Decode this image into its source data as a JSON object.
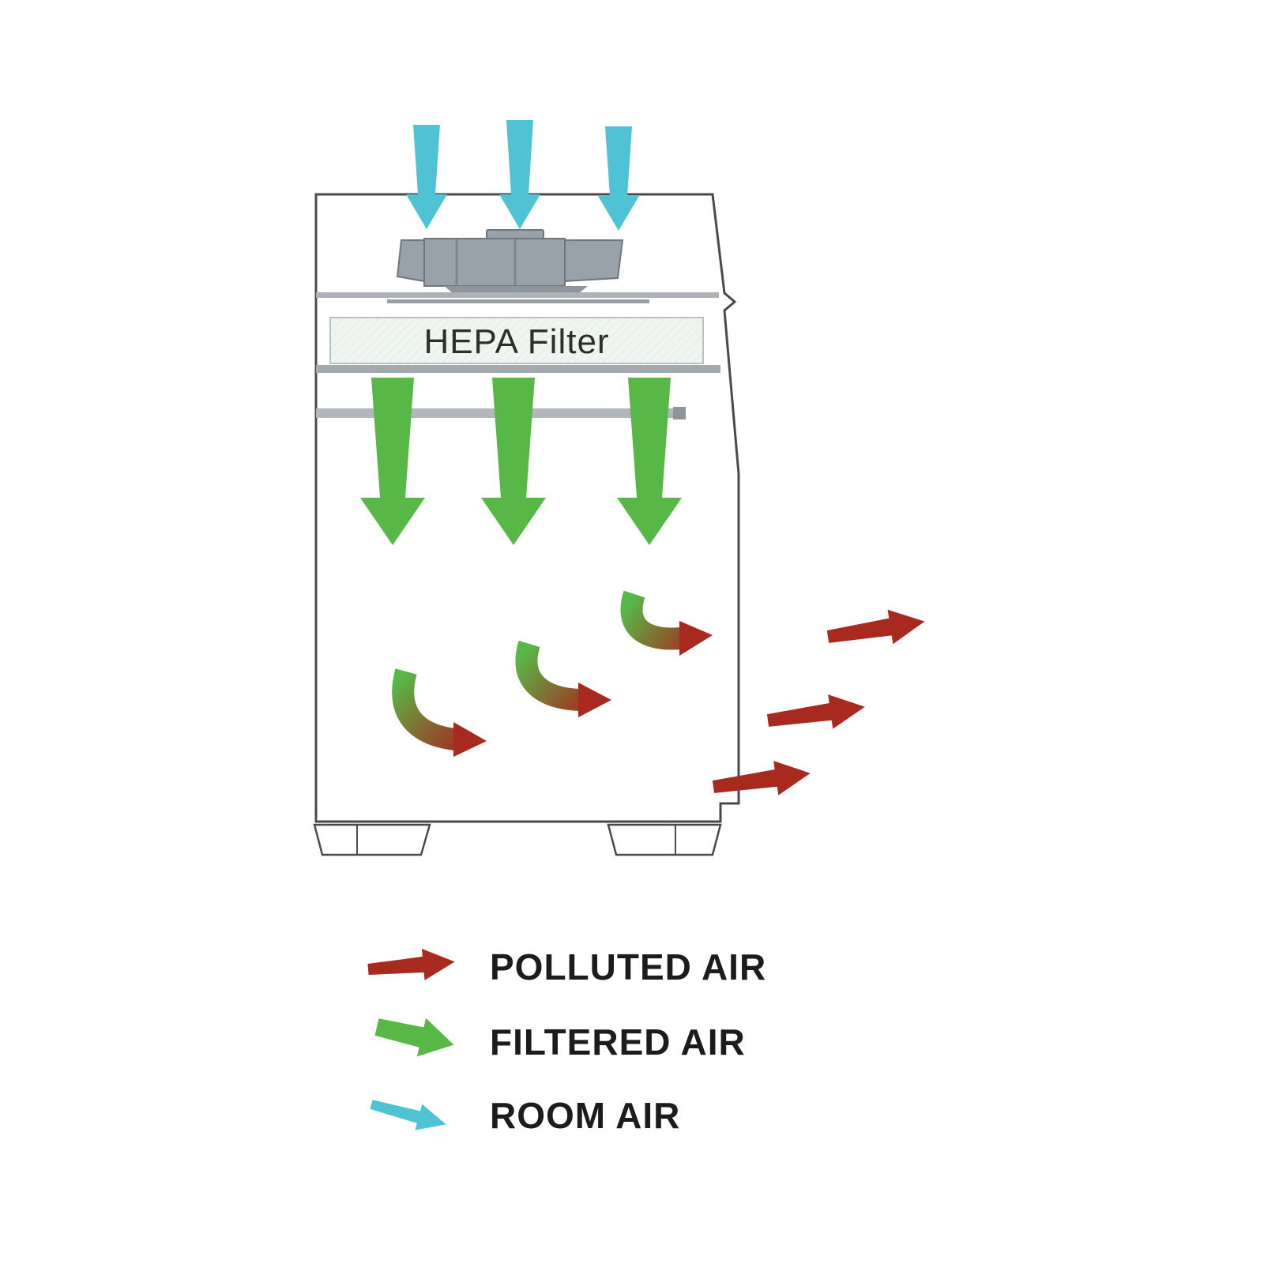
{
  "diagram": {
    "hepa_filter_label": "HEPA Filter",
    "colors": {
      "room_air": "#4fc3d4",
      "filtered_air": "#57b847",
      "polluted_air": "#a8291e",
      "outline": "#4a4a4a",
      "fan_grey": "#99a2ab",
      "bar_grey": "#aeb2b6",
      "filter_fill": "#f1f5f1",
      "text": "#1c1c1c"
    },
    "legend": {
      "items": [
        {
          "label": "POLLUTED AIR",
          "color_key": "polluted_air"
        },
        {
          "label": "FILTERED AIR",
          "color_key": "filtered_air"
        },
        {
          "label": "ROOM AIR",
          "color_key": "room_air"
        }
      ]
    }
  }
}
